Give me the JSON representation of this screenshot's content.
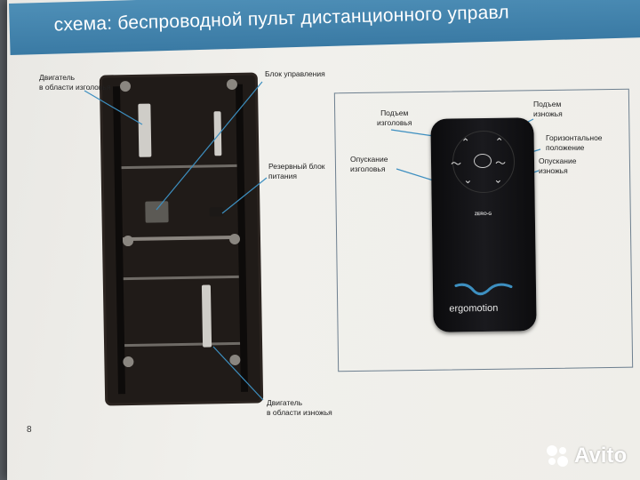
{
  "banner": {
    "title": "схема: беспроводной пульт дистанционного управл"
  },
  "page_number": "8",
  "left_labels": {
    "head_motor_1": "Двигатель",
    "head_motor_2": "в области изголовья",
    "control_block": "Блок управления",
    "backup_power_1": "Резервный блок",
    "backup_power_2": "питания",
    "foot_motor_1": "Двигатель",
    "foot_motor_2": "в области изножья"
  },
  "right_labels": {
    "raise_head_1": "Подъем",
    "raise_head_2": "изголовья",
    "raise_foot_1": "Подъем",
    "raise_foot_2": "изножья",
    "flat_1": "Горизонтальное",
    "flat_2": "положение",
    "lower_head_1": "Опускание",
    "lower_head_2": "изголовья",
    "lower_foot_1": "Опускание",
    "lower_foot_2": "изножья"
  },
  "remote": {
    "zero_label": "ZERO-G",
    "brand": "ergomotion"
  },
  "watermark": {
    "text": "Avito"
  },
  "colors": {
    "banner": "#3f80aa",
    "remote": "#121214",
    "frame": "#6d7f8f",
    "pointer": "#3d8fc0"
  }
}
